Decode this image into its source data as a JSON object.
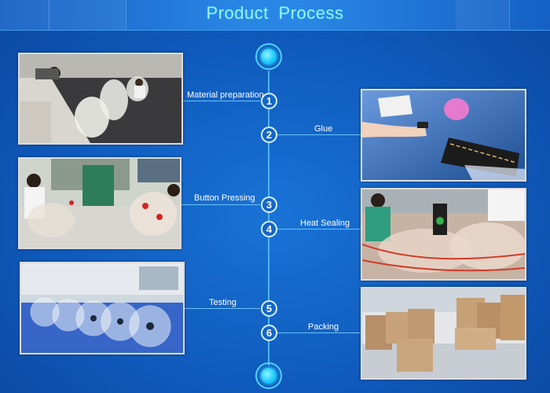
{
  "header": {
    "title": "Product  Process"
  },
  "steps": [
    {
      "number": "1",
      "label": "Material preparation"
    },
    {
      "number": "2",
      "label": "Glue"
    },
    {
      "number": "3",
      "label": "Button Pressing"
    },
    {
      "number": "4",
      "label": "Heat Sealing"
    },
    {
      "number": "5",
      "label": "Testing"
    },
    {
      "number": "6",
      "label": "Packing"
    }
  ],
  "colors": {
    "background": "#0f5bbd",
    "accent": "#53d1ff",
    "title": "#9ff1ff"
  }
}
